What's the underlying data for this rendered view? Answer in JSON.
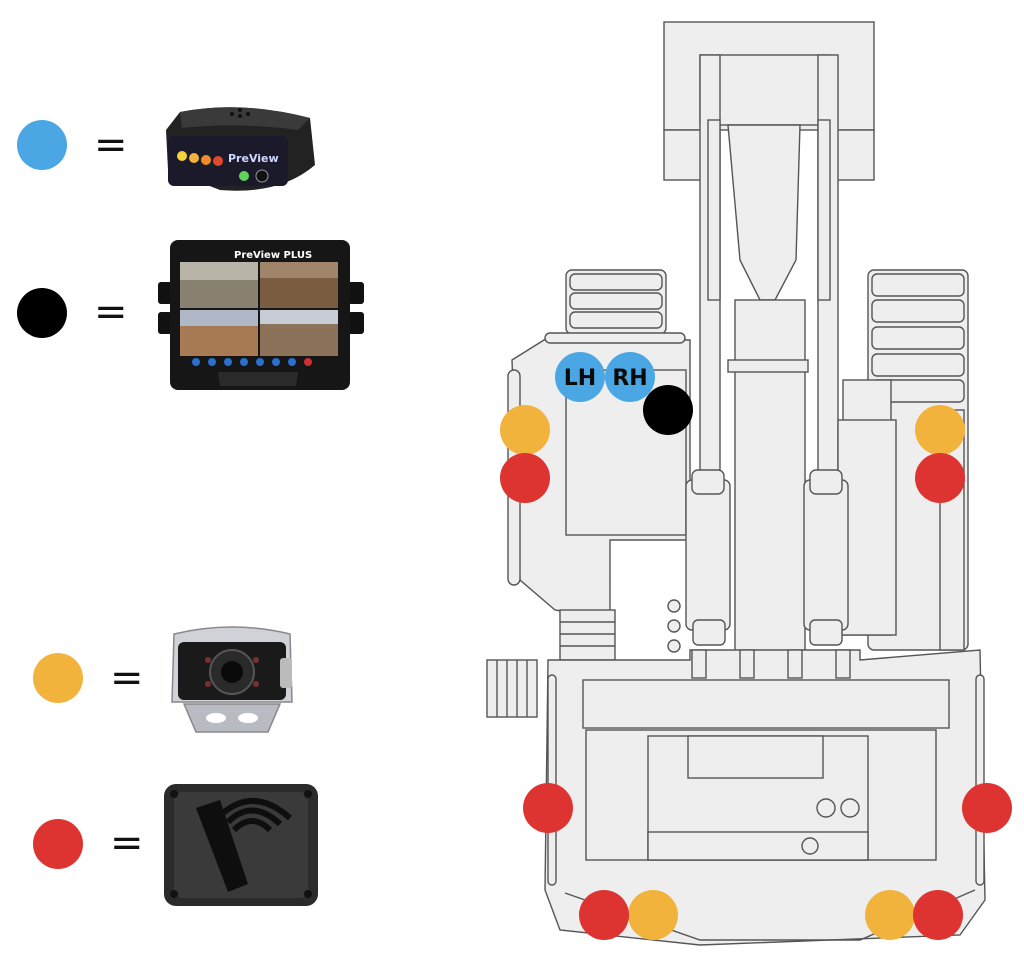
{
  "colors": {
    "blue": "#4aa7e3",
    "black": "#000000",
    "orange": "#f2b33d",
    "red": "#dd3431",
    "outline": "#555555",
    "body_fill": "#eeeeee"
  },
  "legend": [
    {
      "color": "blue",
      "symbol": "=",
      "device": "preview-alarm-unit"
    },
    {
      "color": "black",
      "symbol": "=",
      "device": "preview-plus-quad-monitor"
    },
    {
      "color": "orange",
      "symbol": "=",
      "device": "backup-camera"
    },
    {
      "color": "red",
      "symbol": "=",
      "device": "radar-sensor"
    }
  ],
  "devices": {
    "alarm_brand": "PreView",
    "monitor_brand": "PreView PLUS"
  },
  "markers": {
    "lh_label": "LH",
    "rh_label": "RH"
  }
}
